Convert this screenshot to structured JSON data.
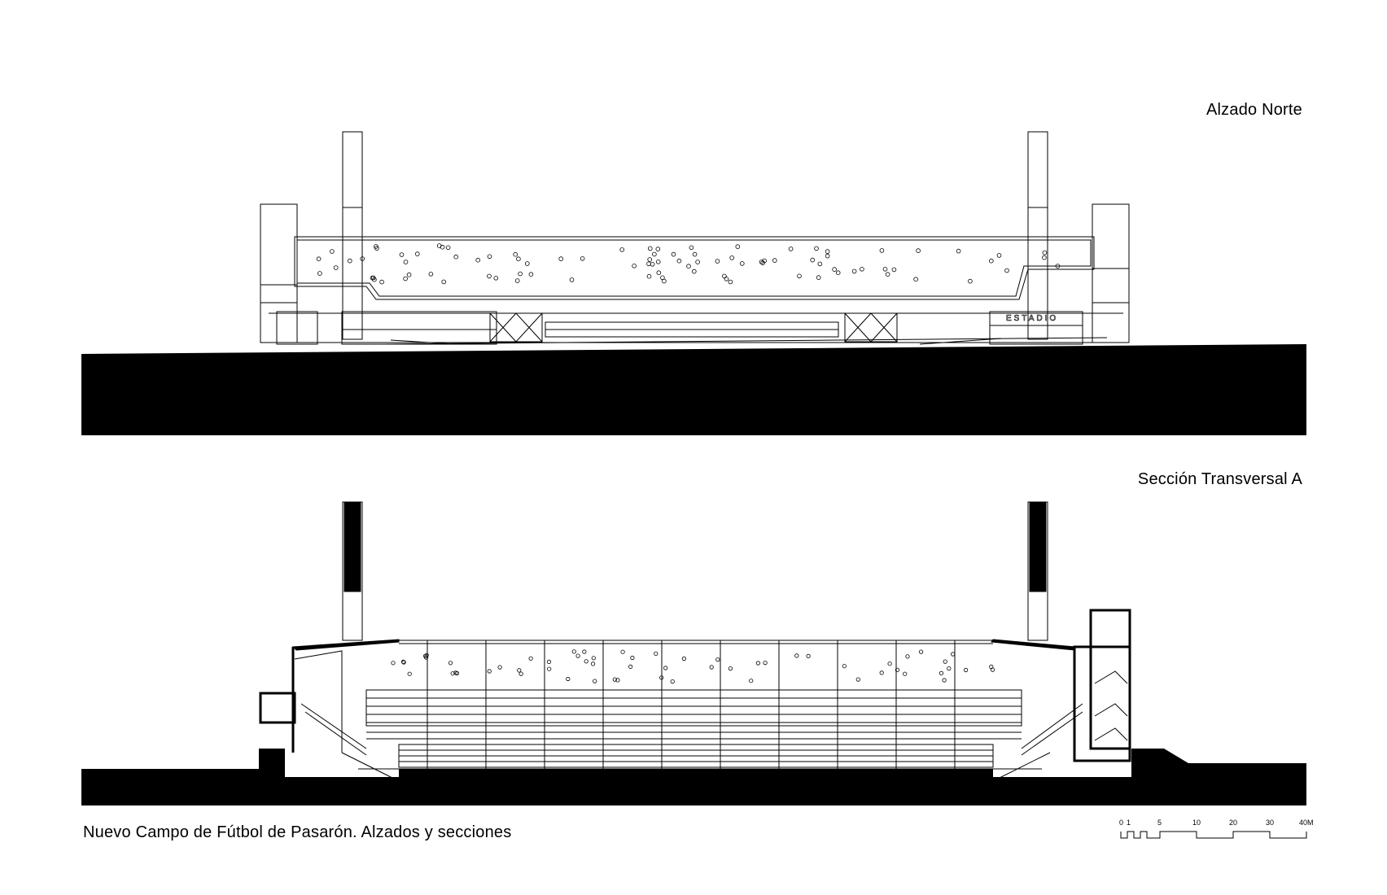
{
  "elevation": {
    "title": "Alzado Norte",
    "sign_text": "ESTADIO"
  },
  "section": {
    "title": "Sección Transversal A"
  },
  "caption": "Nuevo Campo de Fútbol de Pasarón. Alzados y secciones",
  "scale_bar": {
    "labels": [
      "0",
      "1",
      "5",
      "10",
      "20",
      "30",
      "40M"
    ]
  }
}
